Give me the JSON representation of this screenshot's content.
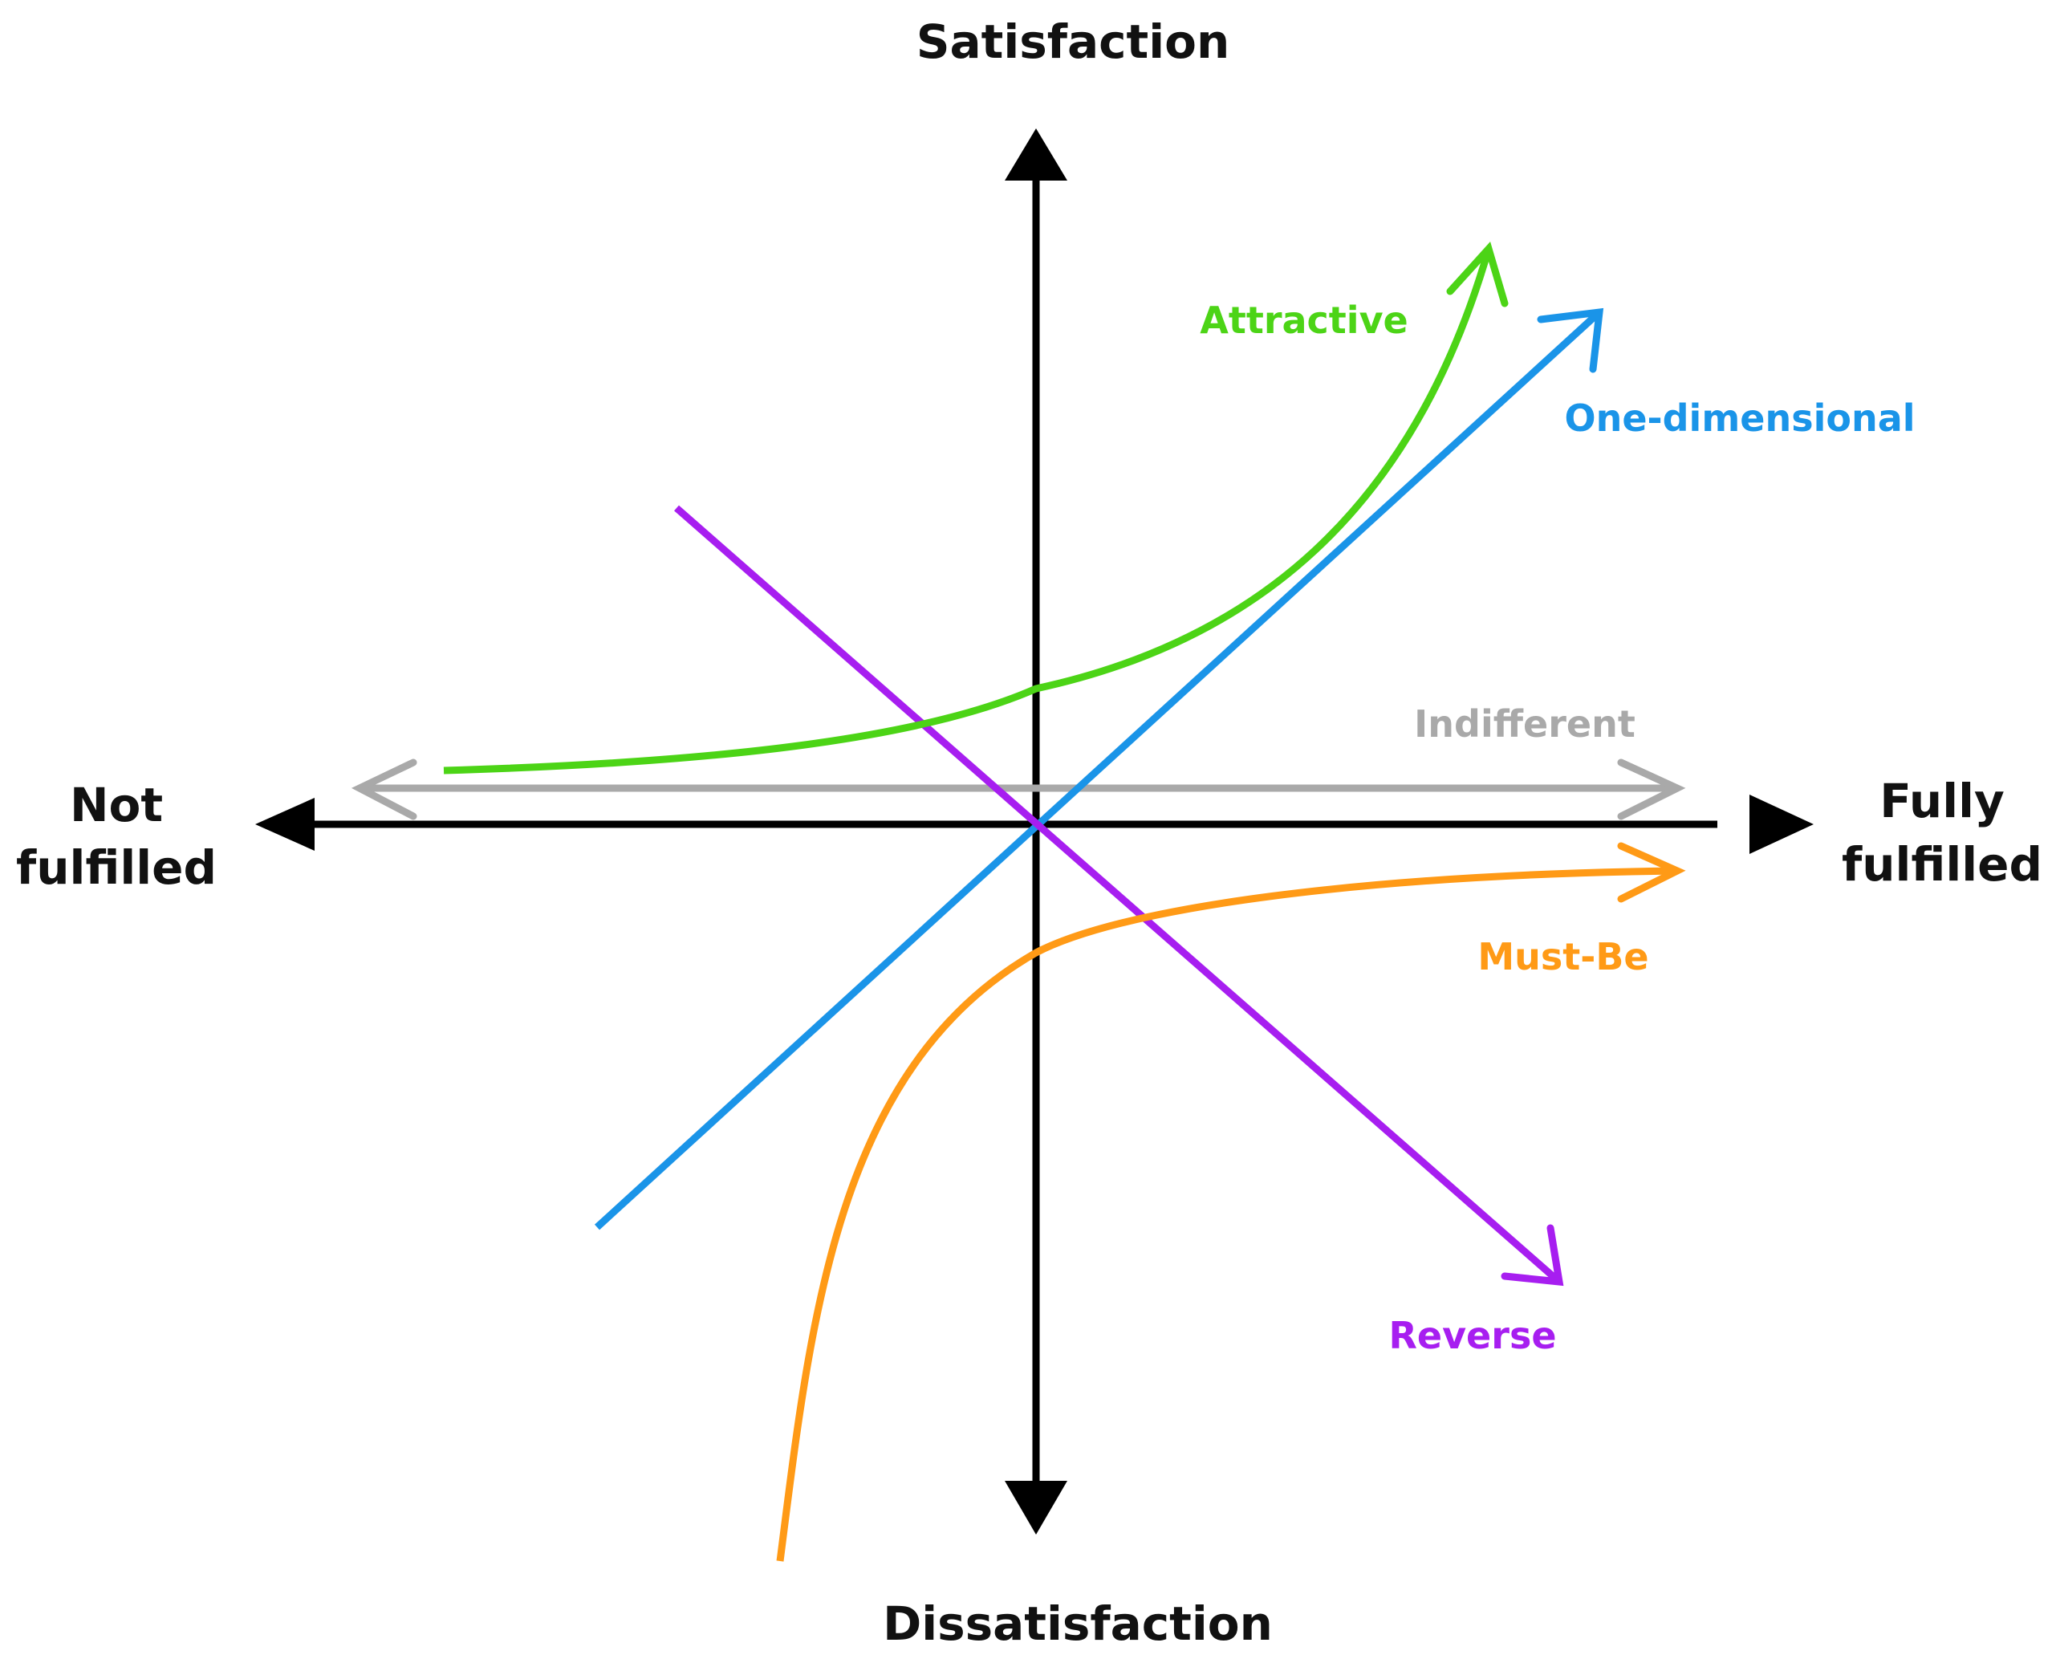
{
  "axes": {
    "top": "Satisfaction",
    "bottom": "Dissatisfaction",
    "left_line1": "Not",
    "left_line2": "fulfilled",
    "right_line1": "Fully",
    "right_line2": "fulfilled"
  },
  "curves": {
    "attractive": {
      "label": "Attractive",
      "color": "#4cd416"
    },
    "one_dimensional": {
      "label": "One-dimensional",
      "color": "#1a94e8"
    },
    "indifferent": {
      "label": "Indifferent",
      "color": "#a9a9a9"
    },
    "must_be": {
      "label": "Must-Be",
      "color": "#ff9a16"
    },
    "reverse": {
      "label": "Reverse",
      "color": "#a71ef0"
    }
  },
  "axis_color": "#000000"
}
